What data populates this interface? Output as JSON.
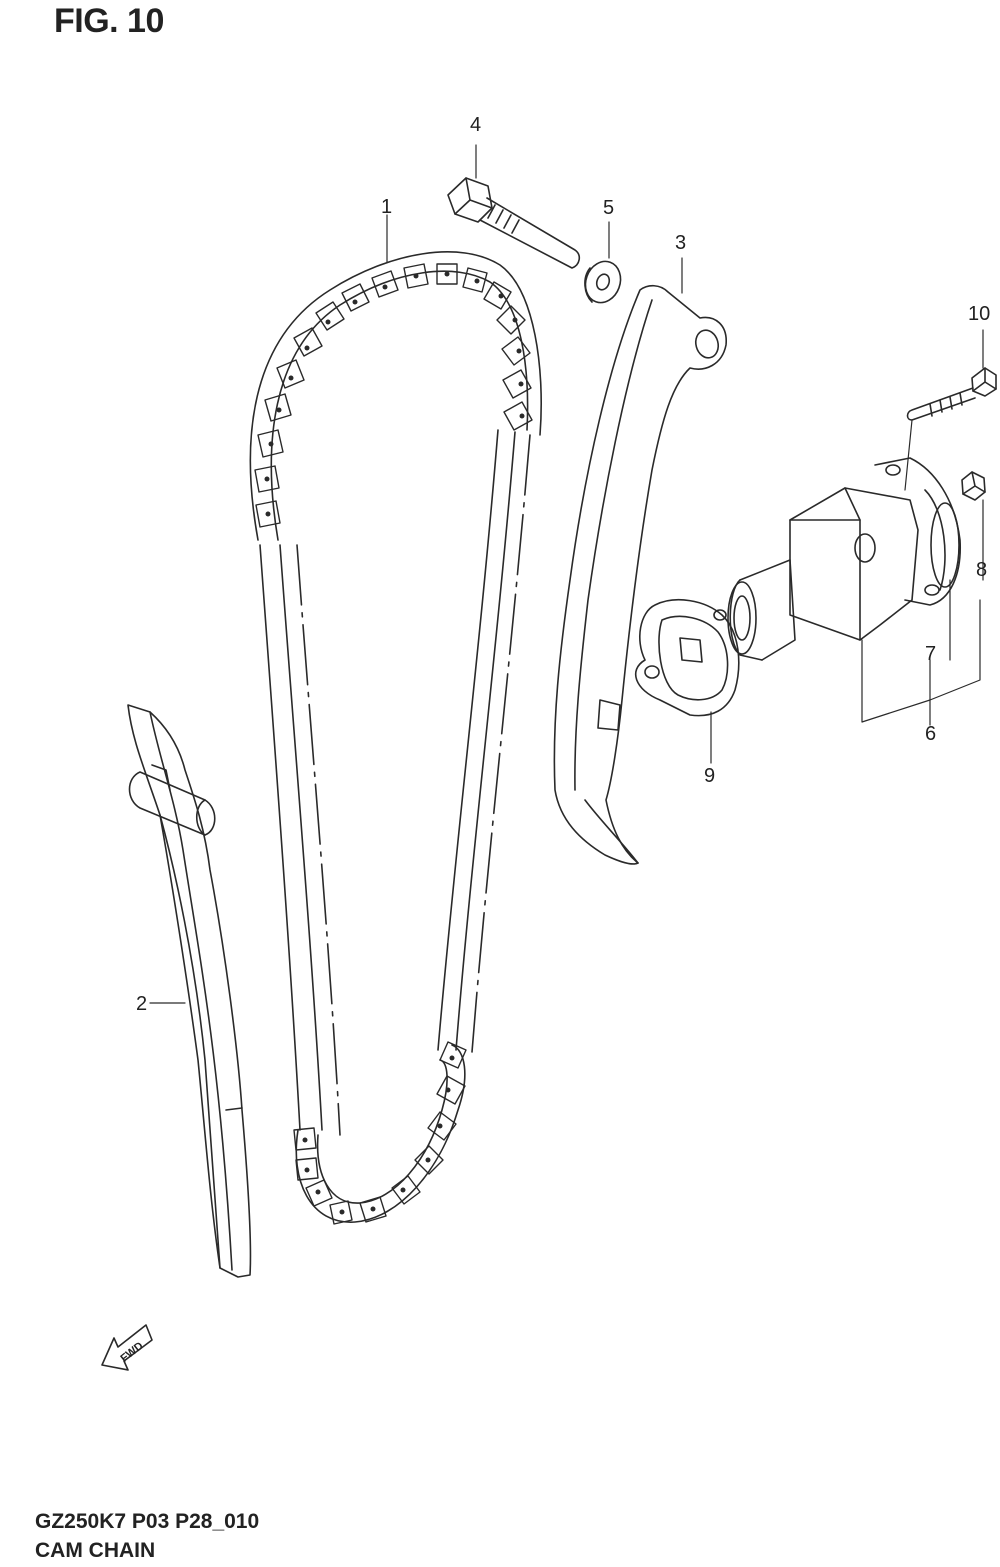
{
  "figure": {
    "title": "FIG. 10",
    "code": "GZ250K7 P03 P28_010",
    "name": "CAM CHAIN"
  },
  "callouts": [
    "1",
    "2",
    "3",
    "4",
    "5",
    "6",
    "7",
    "8",
    "9",
    "10"
  ],
  "fwd_label": "FWD"
}
